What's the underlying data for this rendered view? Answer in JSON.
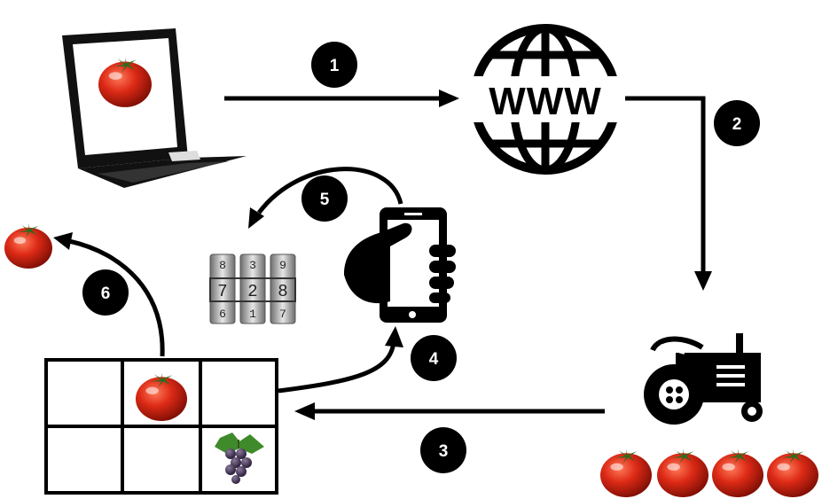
{
  "steps": [
    {
      "number": "1"
    },
    {
      "number": "2"
    },
    {
      "number": "3"
    },
    {
      "number": "4"
    },
    {
      "number": "5"
    },
    {
      "number": "6"
    }
  ],
  "globe_label": "WWW",
  "combination_lock": {
    "top_digits": [
      "8",
      "3",
      "9"
    ],
    "code_digits": [
      "7",
      "2",
      "8"
    ],
    "bottom_digits": [
      "6",
      "1",
      "7"
    ]
  },
  "locker_grid": {
    "rows": 2,
    "cols": 3,
    "contents": [
      "empty",
      "tomato",
      "empty",
      "empty",
      "empty",
      "grapes"
    ]
  },
  "icons": [
    "laptop-icon",
    "globe-www-icon",
    "tractor-icon",
    "smartphone-hand-icon",
    "combination-lock-icon",
    "tomato-icon",
    "grapes-icon"
  ],
  "colors": {
    "tomato": "#d42a18",
    "tomato_dark": "#8e1208",
    "ink": "#000000",
    "badge": "#000000"
  }
}
